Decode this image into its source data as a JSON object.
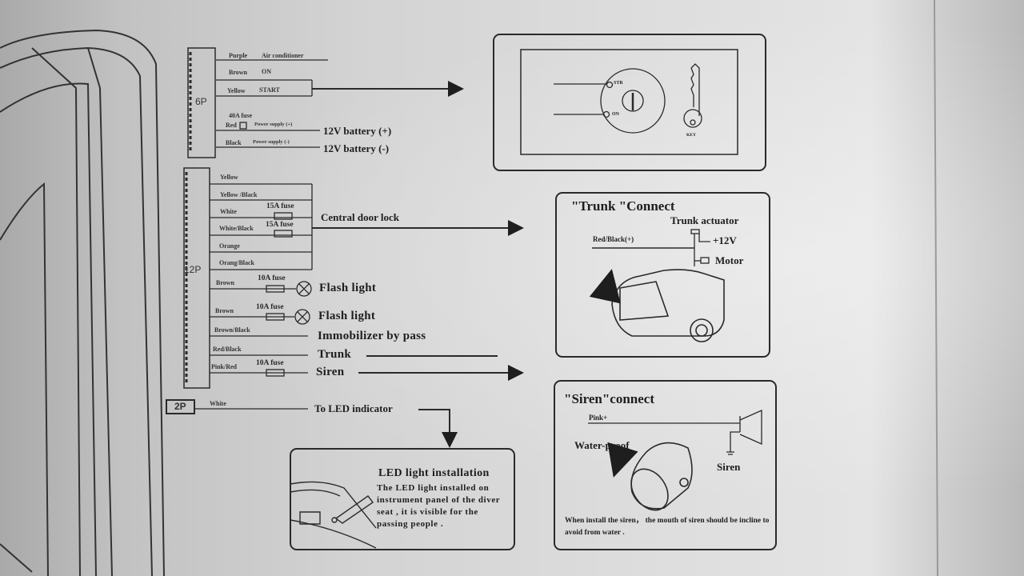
{
  "connector_6p": {
    "label": "6P",
    "wires": [
      {
        "color": "Purple",
        "function": "Air conditioner"
      },
      {
        "color": "Brown",
        "function": "ON"
      },
      {
        "color": "Yellow",
        "function": "START"
      },
      {
        "color": "Red",
        "function": "Power supply (+)",
        "fuse": "40A fuse",
        "target": "12V battery (+)"
      },
      {
        "color": "Black",
        "function": "Power supply (-)",
        "target": "12V battery (-)"
      }
    ]
  },
  "connector_12p": {
    "label": "12P",
    "wires": [
      {
        "color": "Yellow"
      },
      {
        "color": "Yellow /Black"
      },
      {
        "color": "White",
        "fuse": "15A fuse"
      },
      {
        "color": "White/Black",
        "fuse": "15A fuse"
      },
      {
        "color": "Orange"
      },
      {
        "color": "Orang/Black"
      },
      {
        "color": "Brown",
        "fuse": "10A fuse",
        "target": "Flash light"
      },
      {
        "color": "Brown",
        "fuse": "10A fuse",
        "target": "Flash light"
      },
      {
        "color": "Brown/Black",
        "target": "Immobilizer by pass"
      },
      {
        "color": "Red/Black",
        "target": "Trunk"
      },
      {
        "color": "Pink/Red",
        "fuse": "10A fuse",
        "target": "Siren"
      }
    ],
    "group_target": "Central door lock"
  },
  "connector_2p": {
    "label": "2P",
    "wire": "White",
    "target": "To LED indicator"
  },
  "ignition": {
    "str_label": "STR",
    "on_label": "ON",
    "key_label": "KEY"
  },
  "trunk_panel": {
    "title": "\"Trunk \"Connect",
    "actuator": "Trunk actuator",
    "wire": "Red/Black(+)",
    "voltage": "+12V",
    "motor": "Motor"
  },
  "led_panel": {
    "title": "LED light installation",
    "text": "The LED light installed on instrument panel of the diver seat , it is visible for the passing people ."
  },
  "siren_panel": {
    "title": "\"Siren\"connect",
    "wire": "Pink+",
    "waterproof": "Water-proof",
    "siren": "Siren",
    "note": "When install the siren， the mouth of siren should be incline to avoid from water ."
  }
}
